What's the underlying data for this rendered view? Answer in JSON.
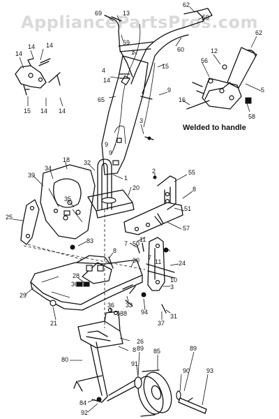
{
  "watermark": "AppliancePartsPros.com",
  "note": "Welded to handle",
  "callouts": {
    "c69": "69",
    "c13": "13",
    "c62a": "62",
    "c59a": "59",
    "c59b": "59",
    "c17": "17",
    "c60": "60",
    "c15": "15",
    "c14a": "14",
    "c14b": "14",
    "c14c": "14",
    "c14d": "14",
    "c14e": "14",
    "c14f": "14",
    "c15b": "15",
    "c4": "4",
    "c65": "65",
    "c9a": "9",
    "c9b": "9",
    "c9c": "9",
    "c3a": "3",
    "c62b": "62",
    "c12": "12",
    "c56": "56",
    "c5": "5",
    "c16": "16",
    "c58": "58",
    "c18": "18",
    "c34": "34",
    "c39": "39",
    "c32": "32",
    "c1": "1",
    "c2": "2",
    "c55": "55",
    "c8a": "8",
    "c20": "20",
    "c35": "35",
    "c25": "25",
    "c51": "51",
    "c57": "57",
    "c11a": "11",
    "c50": "50",
    "c83": "83",
    "c7a": "7",
    "c11b": "11",
    "c7b": "7",
    "c8b": "8",
    "c24": "24",
    "c30": "30",
    "c28": "28",
    "c36a": "36",
    "c10": "10",
    "c3b": "3",
    "c29": "29",
    "c33": "33",
    "c94": "94",
    "c21": "21",
    "c36b": "36",
    "c38": "38",
    "c37": "37",
    "c31": "31",
    "c26": "26",
    "c8c": "8",
    "c80": "80",
    "c89a": "89",
    "c85": "85",
    "c89b": "89",
    "c91": "91",
    "c90": "90",
    "c93": "93",
    "c84": "84",
    "c92": "92"
  }
}
